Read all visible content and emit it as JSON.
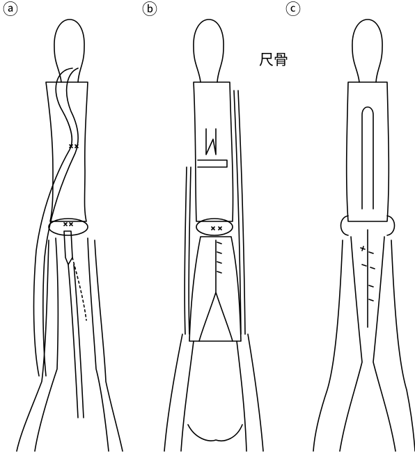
{
  "panels": [
    {
      "id": "a",
      "label": "ⓐ"
    },
    {
      "id": "b",
      "label": "ⓑ",
      "annotation": "尺骨"
    },
    {
      "id": "c",
      "label": "ⓒ"
    }
  ],
  "colors": {
    "line": "#000000",
    "background": "#ffffff"
  }
}
